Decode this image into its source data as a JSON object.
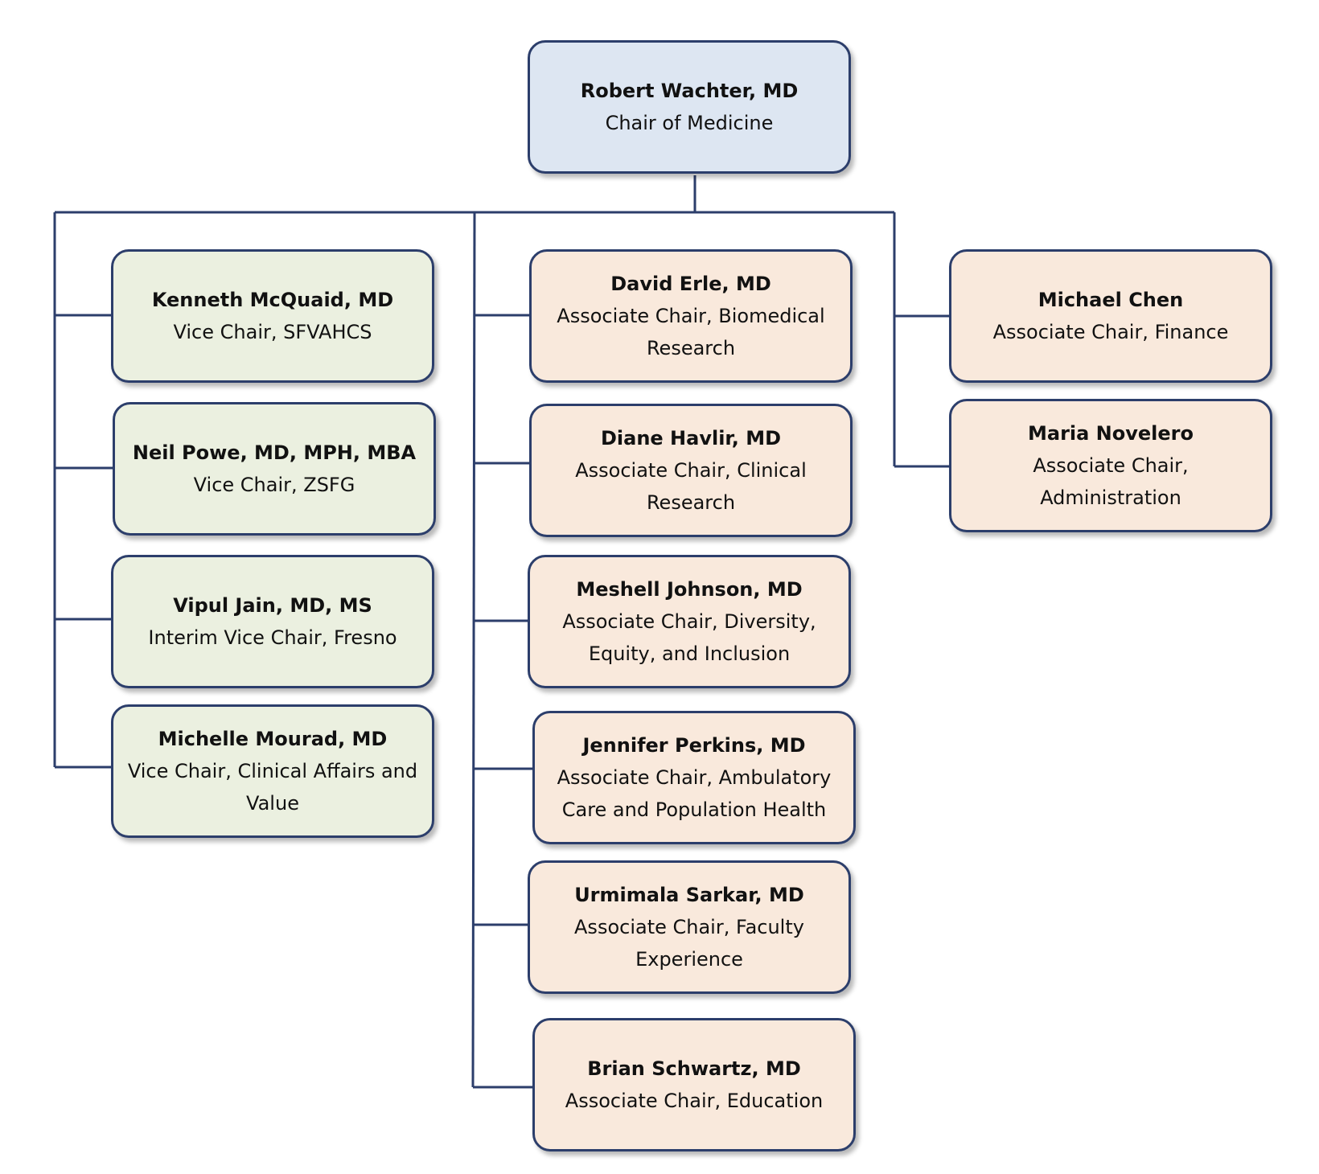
{
  "colors": {
    "line": "#2c3e6b",
    "top_fill": "#dde6f2",
    "vice_fill": "#ebf0e0",
    "associate_fill": "#f9e9dc"
  },
  "chair": {
    "name": "Robert Wachter, MD",
    "role": "Chair of Medicine"
  },
  "vice_chairs": [
    {
      "name": "Kenneth McQuaid, MD",
      "role": "Vice Chair, SFVAHCS"
    },
    {
      "name": "Neil Powe, MD, MPH, MBA",
      "role": "Vice Chair, ZSFG"
    },
    {
      "name": "Vipul Jain, MD, MS",
      "role": "Interim Vice Chair, Fresno"
    },
    {
      "name": "Michelle  Mourad, MD",
      "role": "Vice Chair, Clinical Affairs and Value"
    }
  ],
  "associate_chairs_center": [
    {
      "name": "David Erle, MD",
      "role": "Associate Chair, Biomedical Research"
    },
    {
      "name": "Diane Havlir, MD",
      "role": "Associate Chair, Clinical Research"
    },
    {
      "name": "Meshell Johnson, MD",
      "role": "Associate Chair, Diversity, Equity,  and Inclusion"
    },
    {
      "name": "Jennifer Perkins, MD",
      "role": "Associate Chair, Ambulatory Care and Population  Health"
    },
    {
      "name": "Urmimala  Sarkar, MD",
      "role": "Associate Chair, Faculty Experience"
    },
    {
      "name": "Brian Schwartz, MD",
      "role": "Associate Chair, Education"
    }
  ],
  "associate_chairs_right": [
    {
      "name": "Michael Chen",
      "role": "Associate Chair, Finance"
    },
    {
      "name": "Maria Novelero",
      "role": "Associate Chair, Administration"
    }
  ]
}
